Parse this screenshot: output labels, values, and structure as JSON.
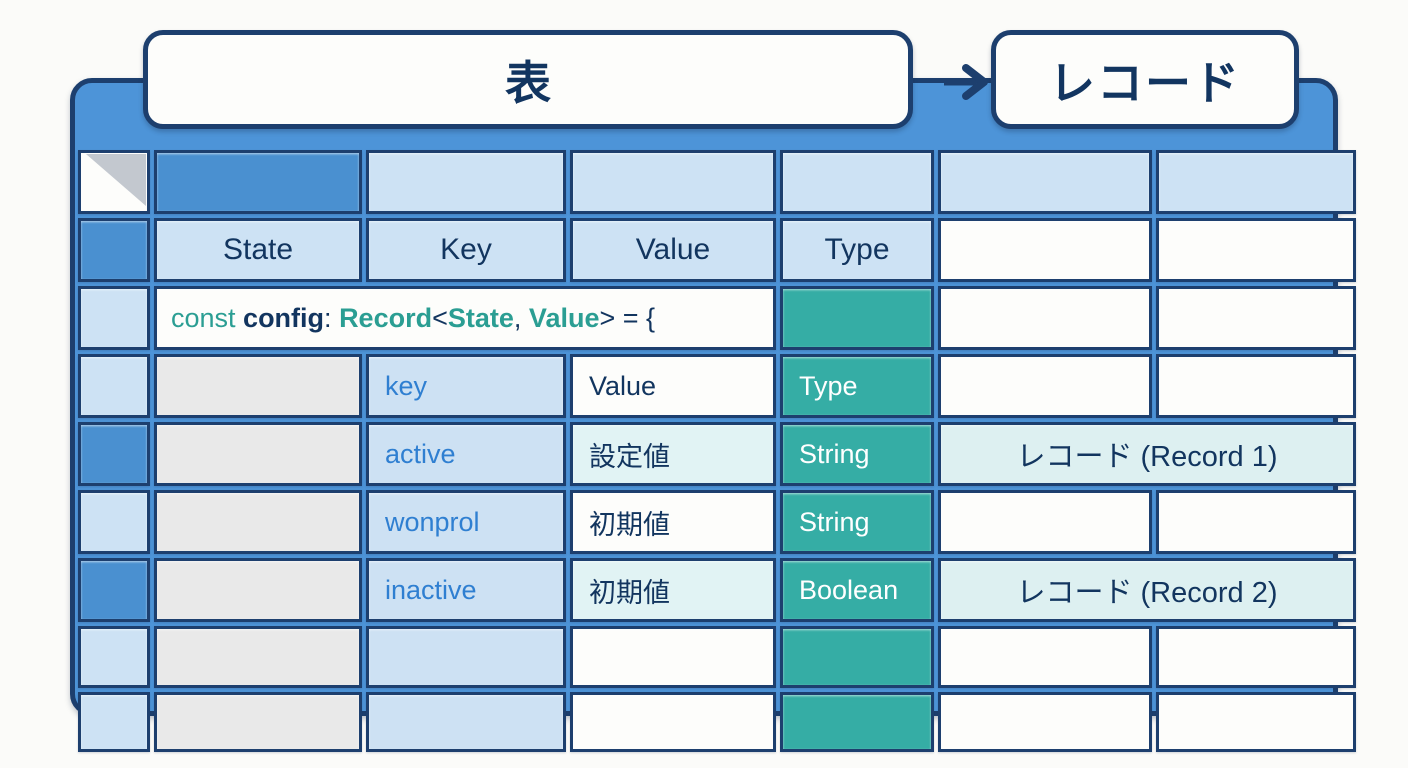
{
  "diagram": {
    "title_left": "表",
    "title_right": "レコード",
    "arrow_icon": "arrow-right-icon",
    "corner_icon": "corner-triangle-icon"
  },
  "colors": {
    "frame_blue": "#4d94d8",
    "border_navy": "#1d3f6e",
    "teal": "#35ada5",
    "medium_blue": "#4a90d0",
    "light_blue": "#cde2f4",
    "gray": "#e9e9e9",
    "key_text_blue": "#2f7fd1",
    "code_keyword": "#2b9e93",
    "page_background": "#fbfbf9"
  },
  "table": {
    "headers": [
      "State",
      "Key",
      "Value",
      "Type"
    ],
    "code_line": {
      "full": "const config: Record<State, Value> = {",
      "tokens": [
        {
          "text": "const ",
          "kind": "keyword"
        },
        {
          "text": "config",
          "kind": "identifier"
        },
        {
          "text": ": ",
          "kind": "punctuation"
        },
        {
          "text": "Record",
          "kind": "type"
        },
        {
          "text": "<",
          "kind": "punctuation"
        },
        {
          "text": "State",
          "kind": "type"
        },
        {
          "text": ", ",
          "kind": "punctuation"
        },
        {
          "text": "Value",
          "kind": "type"
        },
        {
          "text": "> = {",
          "kind": "punctuation"
        }
      ]
    },
    "rows": [
      {
        "key": "key",
        "value": "Value",
        "type": "Type",
        "record": ""
      },
      {
        "key": "active",
        "value": "設定値",
        "type": "String",
        "record": "レコード (Record 1)"
      },
      {
        "key": "wonprol",
        "value": "初期値",
        "type": "String",
        "record": ""
      },
      {
        "key": "inactive",
        "value": "初期値",
        "type": "Boolean",
        "record": "レコード (Record 2)"
      }
    ],
    "empty_rows": 2
  }
}
